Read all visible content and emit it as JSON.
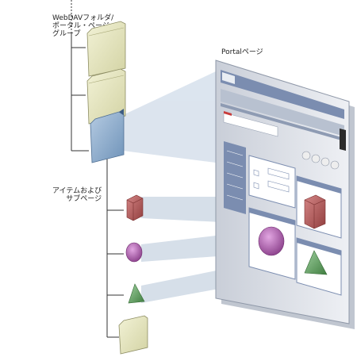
{
  "labels": {
    "root_line1": "WebDAVフォルダ/",
    "root_line2": "ポータル・ページ・",
    "root_line3": "グループ",
    "items_line1": "アイテムおよび",
    "items_line2": "サブページ",
    "portal_page": "Portalページ"
  },
  "colors": {
    "folder_fill": "#e8e8bf",
    "folder_stroke": "#8d8d63",
    "selected_folder": "#8fb0d1",
    "beam": "#cfdae6",
    "box_item": "#b35d5d",
    "circle_item": "#b067b0",
    "triangle_item": "#5f9e5f",
    "page_frame": "#dfe3ea",
    "page_chrome": "#7b8db0"
  },
  "icons": [
    "folder-icon",
    "selected-folder-icon",
    "box-icon",
    "circle-icon",
    "triangle-icon"
  ]
}
